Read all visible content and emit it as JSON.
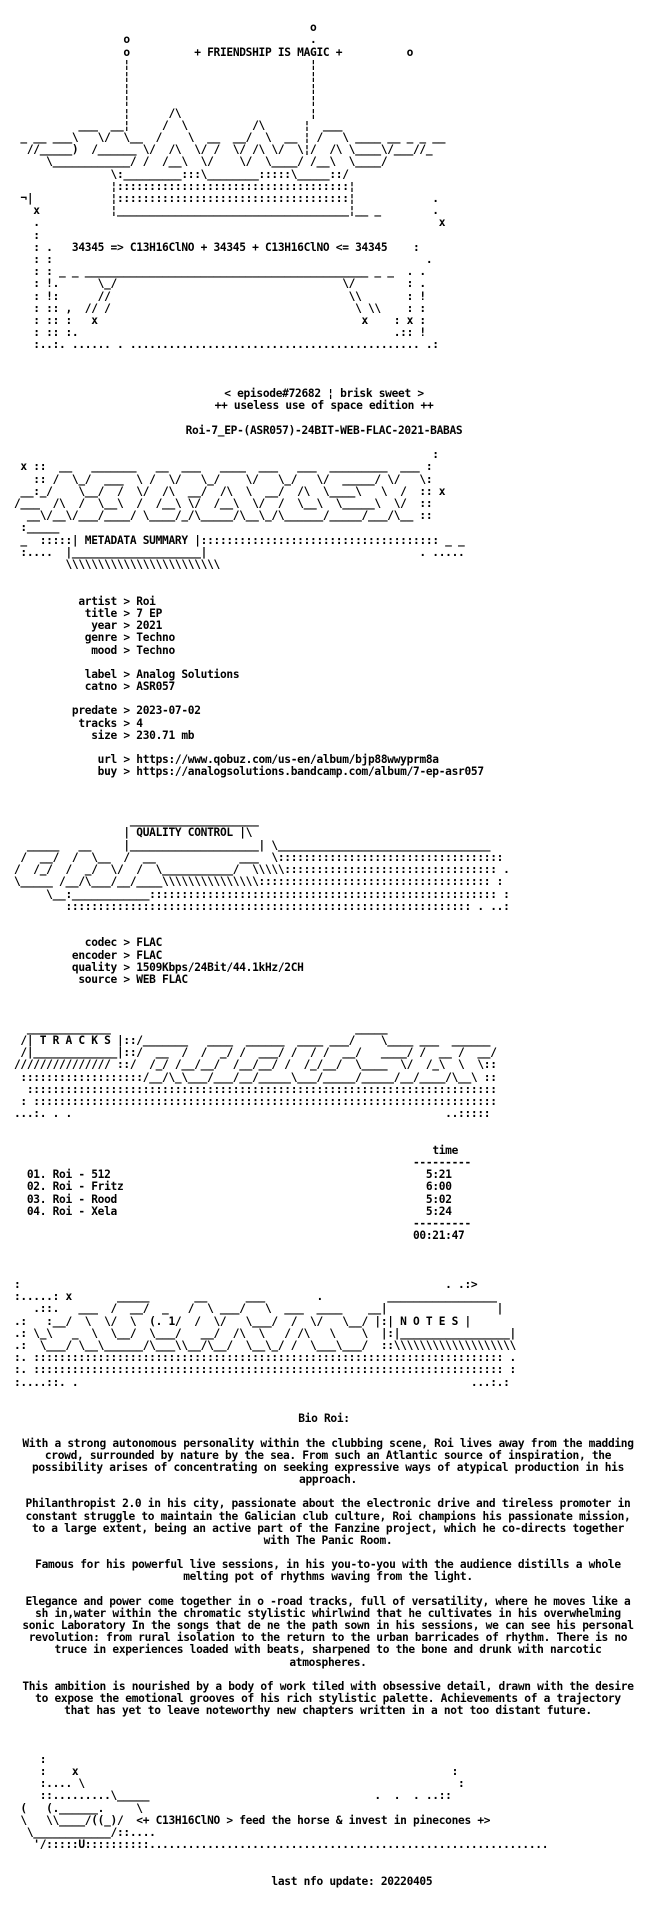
{
  "header": {
    "slogan": "+ FRIENDSHIP IS MAGIC +",
    "formula": "34345 => C13H16ClNO + 34345 + C13H16ClNO <= 34345"
  },
  "release": {
    "episode_line": "< episode#72682 ¦ brisk sweet >",
    "edition_line": "++ useless use of space edition ++",
    "name": "Roi-7_EP-(ASR057)-24BIT-WEB-FLAC-2021-BABAS"
  },
  "sections": {
    "metadata": "METADATA SUMMARY",
    "quality": "QUALITY CONTROL",
    "tracks": "T R A C K S",
    "notes": "N O T E S"
  },
  "metadata": {
    "artist": "Roi",
    "title": "7 EP",
    "year": "2021",
    "genre": "Techno",
    "mood": "Techno",
    "label": "Analog Solutions",
    "catno": "ASR057",
    "predate": "2023-07-02",
    "tracks": "4",
    "size": "230.71 mb",
    "url": "https://www.qobuz.com/us-en/album/bjp88wwyprm8a",
    "buy": "https://analogsolutions.bandcamp.com/album/7-ep-asr057"
  },
  "quality": {
    "codec": "FLAC",
    "encoder": "FLAC",
    "quality": "1509Kbps/24Bit/44.1kHz/2CH",
    "source": "WEB FLAC"
  },
  "tracklist": {
    "time_header": "time",
    "items": [
      {
        "label": "01. Roi - 512",
        "time": "5:21"
      },
      {
        "label": "02. Roi - Fritz",
        "time": "6:00"
      },
      {
        "label": "03. Roi - Rood",
        "time": "5:02"
      },
      {
        "label": "04. Roi - Xela",
        "time": "5:24"
      }
    ],
    "total": "00:21:47"
  },
  "notes": {
    "bio_title": "Bio Roi:",
    "paragraphs": [
      "With a strong autonomous personality within the clubbing scene, Roi lives away from the madding crowd, surrounded by nature by the sea. From such an Atlantic source of inspiration, the possibility arises of concentrating on seeking expressive ways of atypical production in his approach.",
      "Philanthropist 2.0 in his city, passionate about the electronic drive and tireless promoter in constant struggle to maintain the Galician club culture, Roi champions his passionate mission, to a large extent, being an active part of the Fanzine project, which he co-directs together with The Panic Room.",
      "Famous for his powerful live sessions, in his you-to-you with the audience distills a whole melting pot of rhythms waving from the light.",
      "Elegance and power come together in o -road tracks, full of versatility, where he moves like a sh in,water within the chromatic stylistic whirlwind that he cultivates in his overwhelming sonic Laboratory In the songs that de ne the path sown in his sessions, we can see his personal revolution: from rural isolation to the return to the urban barricades of rhythm. There is no truce in experiences loaded with beats, sharpened to the bone and drunk with narcotic atmospheres.",
      "This ambition is nourished by a body of work tiled with obsessive detail, drawn with the desire to expose the emotional grooves of his rich stylistic palette. Achievements of a trajectory that has yet to leave noteworthy new chapters written in a not too distant future."
    ]
  },
  "footer": {
    "tagline": "<+ C13H16ClNO > feed the horse & invest in pinecones +>",
    "update": "last nfo update: 20220405"
  }
}
